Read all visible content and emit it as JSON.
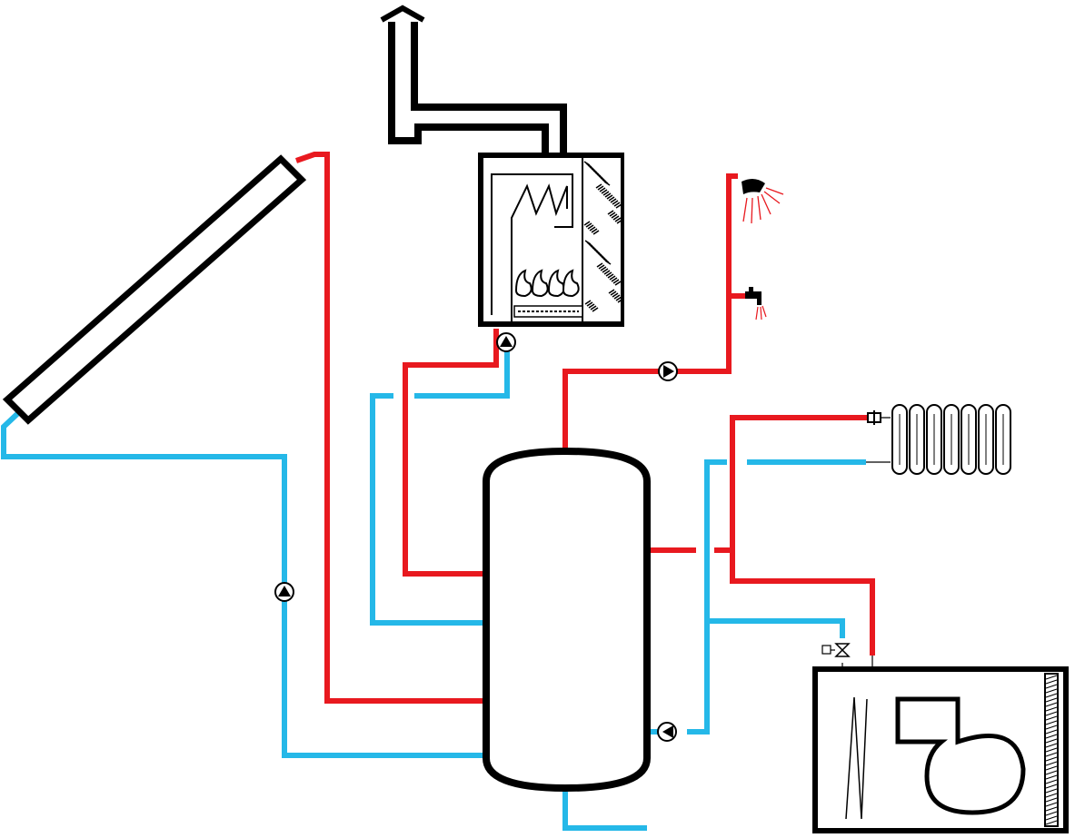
{
  "diagram": {
    "colors": {
      "hot": "#e8191f",
      "cold": "#25b8e8",
      "outline": "#000000",
      "background": "#ffffff"
    },
    "components": [
      {
        "name": "solar-collector",
        "icon": "solar-panel-icon"
      },
      {
        "name": "boiler",
        "icon": "boiler-icon"
      },
      {
        "name": "chimney-flue",
        "icon": "chimney-icon"
      },
      {
        "name": "storage-tank",
        "icon": "tank-icon"
      },
      {
        "name": "shower-head",
        "icon": "shower-icon"
      },
      {
        "name": "water-tap",
        "icon": "faucet-icon"
      },
      {
        "name": "radiator",
        "icon": "radiator-icon"
      },
      {
        "name": "air-handling-unit",
        "icon": "fan-unit-icon"
      },
      {
        "name": "circulation-pump",
        "icon": "pump-icon"
      },
      {
        "name": "mixing-valve",
        "icon": "valve-icon"
      }
    ]
  }
}
